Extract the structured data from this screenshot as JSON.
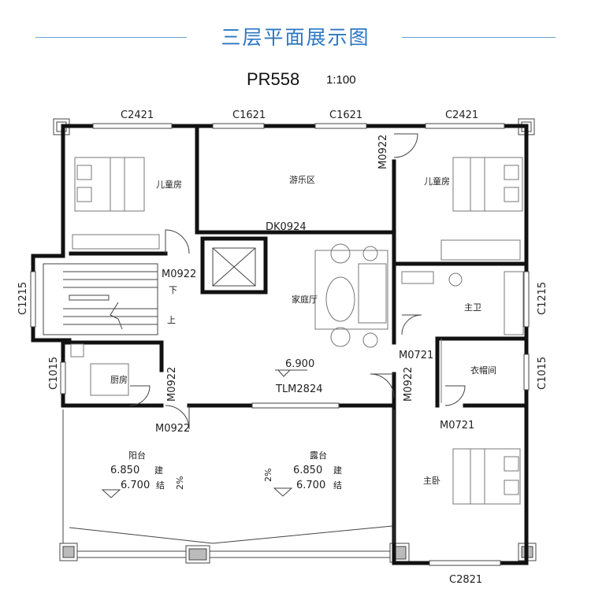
{
  "header": {
    "title": "三层平面展示图",
    "code": "PR558",
    "scale": "1:100",
    "accent": "#2c77c4"
  },
  "windows": {
    "c2421": "C2421",
    "c1621": "C1621",
    "c1215": "C1215",
    "c1015": "C1015",
    "c2821": "C2821"
  },
  "doors": {
    "m0922": "M0922",
    "m0721": "M0721",
    "dk0924": "DK0924",
    "tlm2824": "TLM2824"
  },
  "rooms": {
    "kids_room": "儿童房",
    "play_area": "游乐区",
    "family_hall": "家庭厅",
    "master_bath": "主卫",
    "cloakroom": "衣帽间",
    "kitchen": "厨房",
    "balcony": "阳台",
    "terrace": "露台",
    "master_bedroom": "主卧",
    "stair_up": "上",
    "stair_down": "下"
  },
  "levels": {
    "floor": "6.900",
    "outdoor_arch": "6.850",
    "outdoor_struct": "6.700",
    "arch_tag": "建",
    "struct_tag": "结",
    "slope": "2%"
  },
  "colors": {
    "wall": "#111111",
    "furniture": "#777777"
  }
}
